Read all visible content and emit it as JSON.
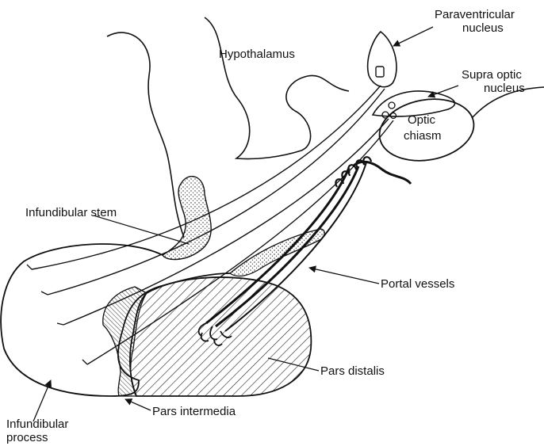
{
  "diagram": {
    "labels": {
      "hypothalamus": "Hypothalamus",
      "paraventricular_l1": "Paraventricular",
      "paraventricular_l2": "nucleus",
      "supraoptic_l1": "Supra optic",
      "supraoptic_l2": "nucleus",
      "optic_l1": "Optic",
      "optic_l2": "chiasm",
      "infundibular_stem": "Infundibular stem",
      "portal_vessels": "Portal vessels",
      "pars_distalis": "Pars distalis",
      "pars_intermedia": "Pars intermedia",
      "infundibular_process_l1": "Infundibular",
      "infundibular_process_l2": "process"
    }
  }
}
